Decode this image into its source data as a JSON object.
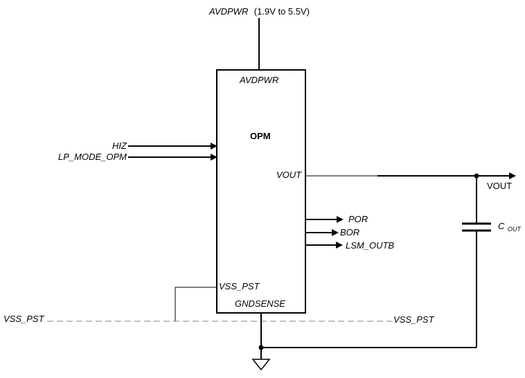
{
  "supply": {
    "name": "AVDPWR",
    "range": "(1.9V to 5.5V)"
  },
  "block": {
    "title": "OPM",
    "pin_supply": "AVDPWR",
    "pin_vout": "VOUT",
    "pin_vss": "VSS_PST",
    "pin_gnd": "GNDSENSE"
  },
  "inputs": {
    "hiz": "HIZ",
    "lp_mode": "LP_MODE_OPM"
  },
  "outputs": {
    "por": "POR",
    "bor": "BOR",
    "lsm": "LSM_OUTB",
    "vout": "VOUT"
  },
  "capacitor": {
    "label_main": "C",
    "label_sub": "OUT"
  },
  "ground_net": {
    "left": "VSS_PST",
    "right": "VSS_PST"
  },
  "colors": {
    "wire": "#000000",
    "dashed_net": "#808080"
  }
}
